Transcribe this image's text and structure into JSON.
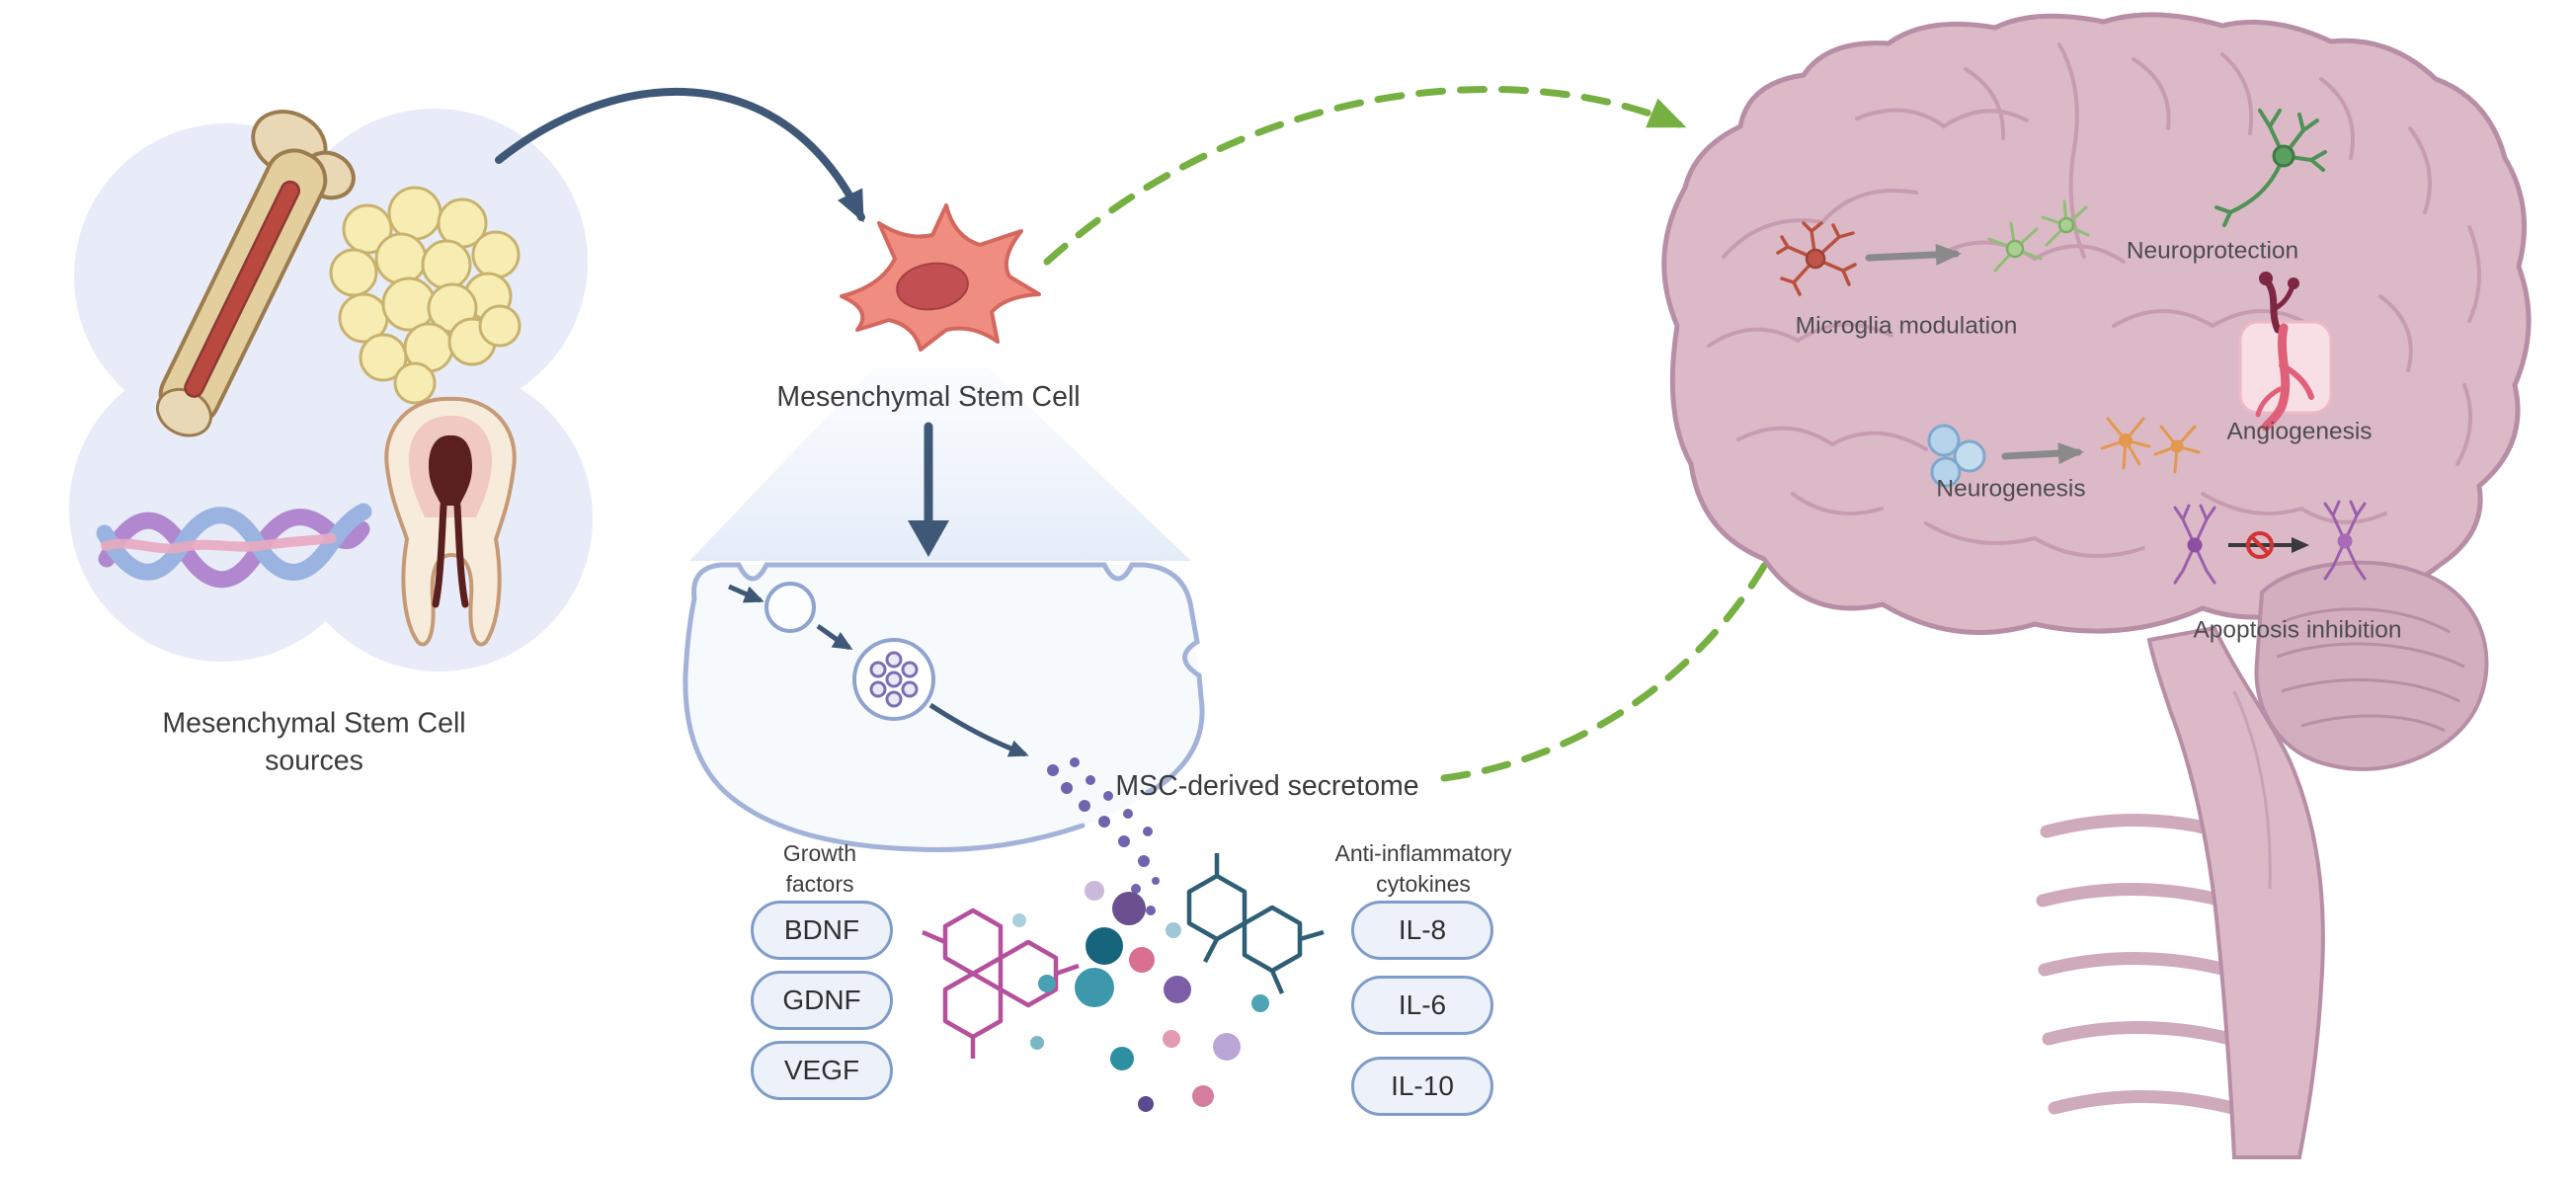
{
  "title": "Mesenchymal stem cell secretome and brain effects diagram",
  "sources": {
    "label": "Mesenchymal Stem Cell sources",
    "items": [
      "bone",
      "adipose tissue",
      "umbilical cord",
      "tooth"
    ]
  },
  "msc": {
    "label": "Mesenchymal Stem Cell"
  },
  "secretome": {
    "label": "MSC-derived secretome",
    "growth_factors": {
      "heading": "Growth factors",
      "items": [
        "BDNF",
        "GDNF",
        "VEGF"
      ]
    },
    "cytokines": {
      "heading": "Anti-inflammatory cytokines",
      "items": [
        "IL-8",
        "IL-6",
        "IL-10"
      ]
    }
  },
  "brain": {
    "effects": [
      "Microglia modulation",
      "Neuroprotection",
      "Angiogenesis",
      "Neurogenesis",
      "Apoptosis inhibition"
    ]
  },
  "colors": {
    "arrow_green": "#76b043",
    "arrow_navy": "#3f5878",
    "arrow_gray": "#8a8a8a",
    "brain_pink": "#dcb9c7",
    "brain_outline": "#b78ea6",
    "pill_border": "#7f9cc9",
    "pill_background": "#edf2fa",
    "source_blob": "#e7ecf8",
    "msc_cell": "#ef8d80",
    "membrane_outline": "#a3b2d8",
    "secretome_dot": "#6f64ad",
    "inhibition_red": "#d23434"
  }
}
